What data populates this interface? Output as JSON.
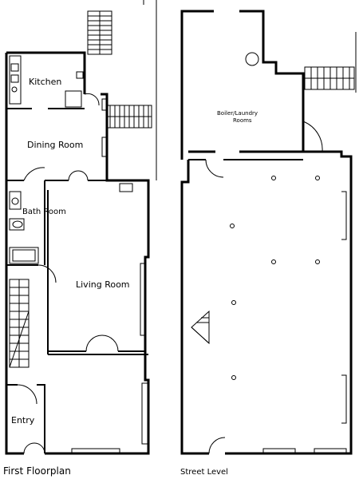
{
  "plans": [
    {
      "caption": "First Floorplan",
      "rooms": [
        "Kitchen",
        "Dining Room",
        "Bath Room",
        "Living Room",
        "Entry"
      ]
    },
    {
      "caption": "Street Level",
      "rooms": [
        "Boiler/Laundry Rooms"
      ]
    }
  ],
  "colors": {
    "line": "#000000",
    "background": "#ffffff"
  }
}
